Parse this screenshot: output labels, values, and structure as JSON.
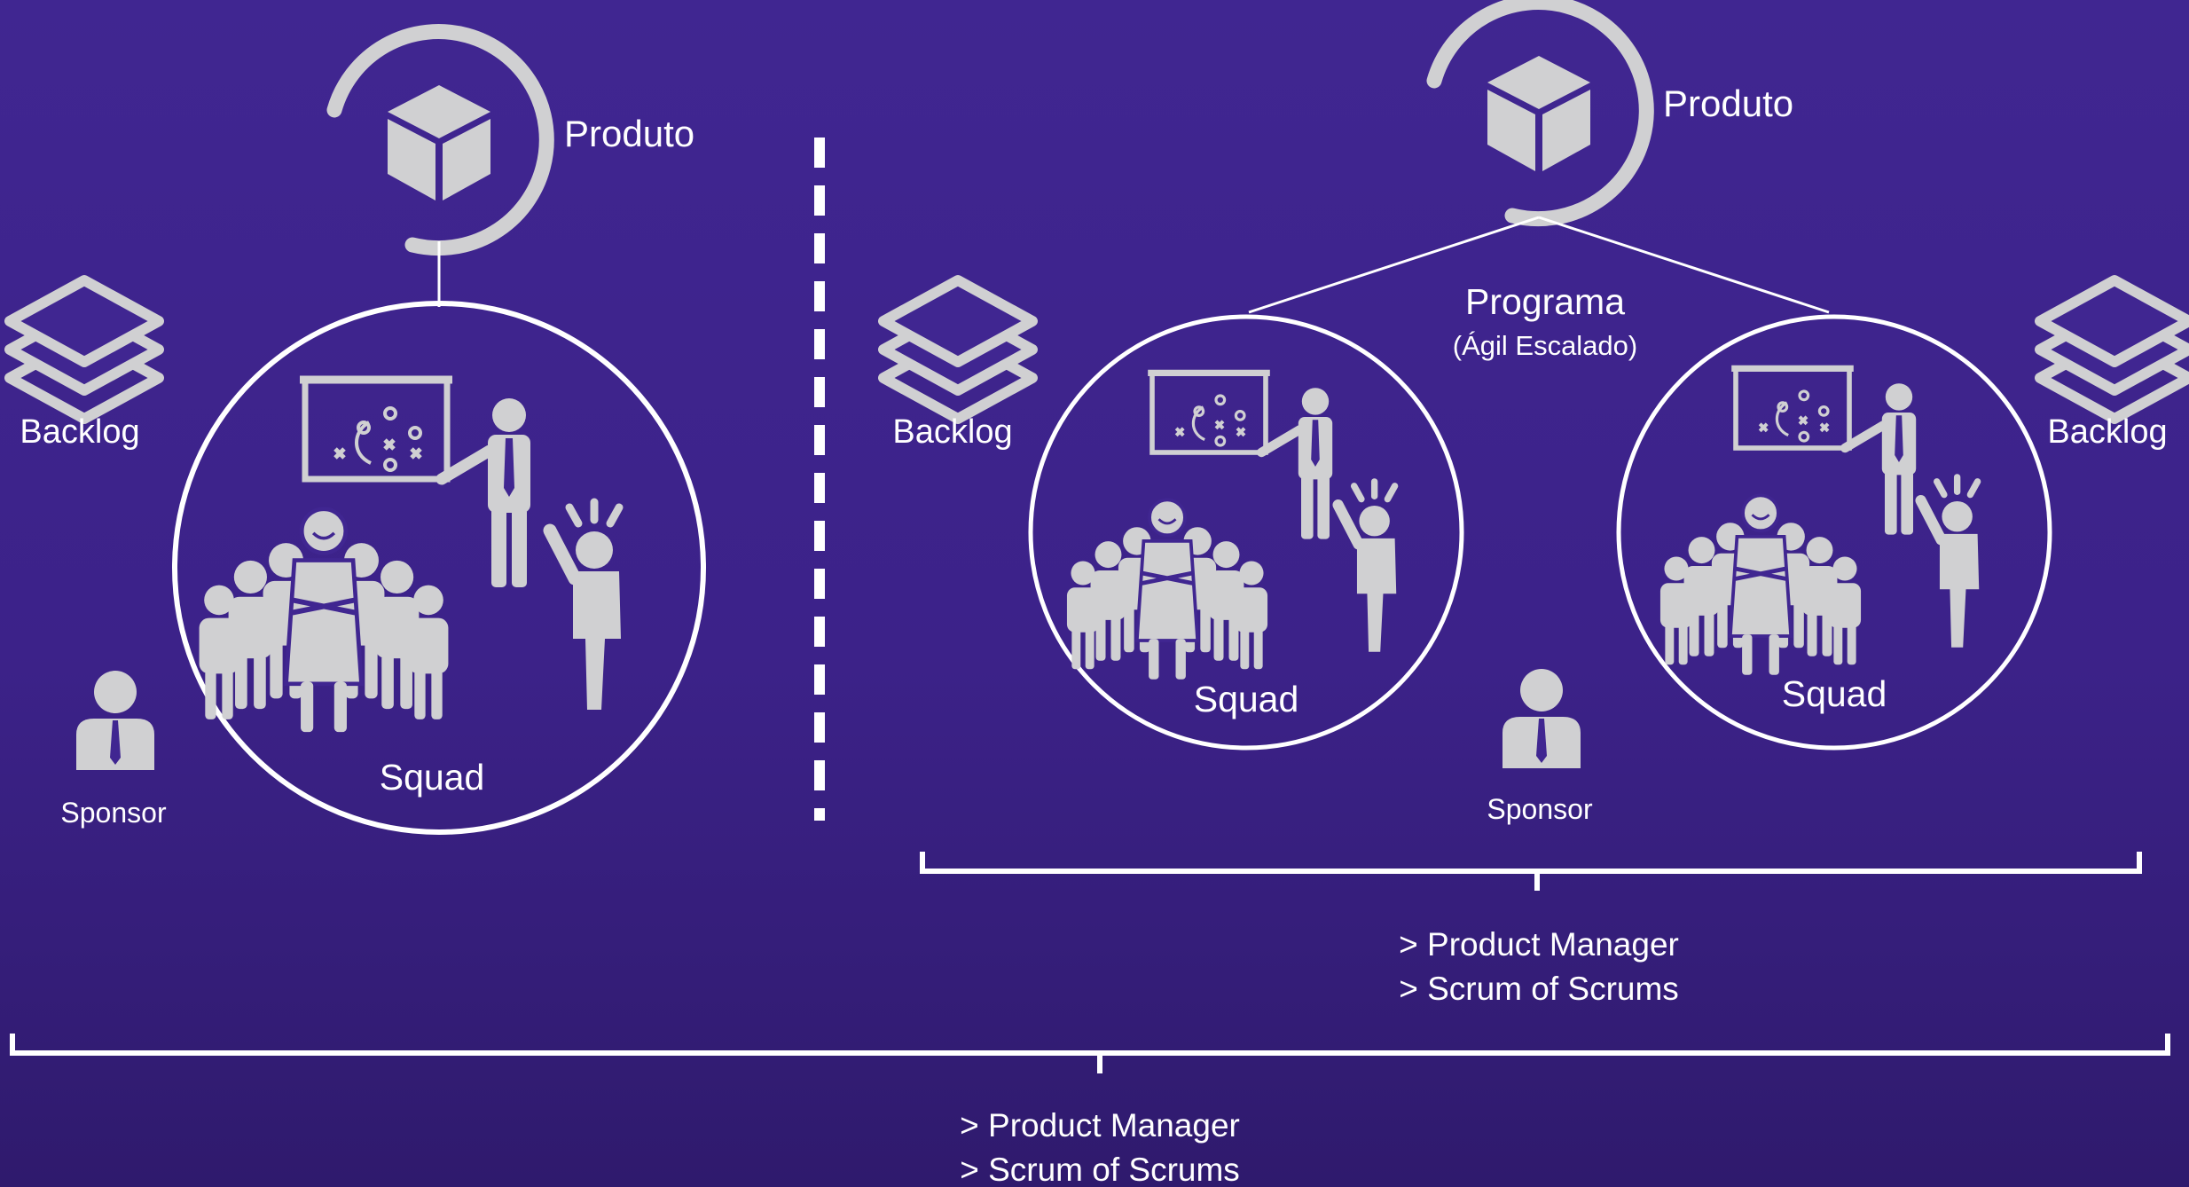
{
  "left_panel": {
    "product_label": "Produto",
    "backlog_label": "Backlog",
    "squad_label": "Squad",
    "sponsor_label": "Sponsor"
  },
  "right_panel": {
    "product_label": "Produto",
    "program_label": "Programa",
    "program_sublabel": "(Ágil Escalado)",
    "backlog_left_label": "Backlog",
    "backlog_right_label": "Backlog",
    "squad_left_label": "Squad",
    "squad_right_label": "Squad",
    "sponsor_label": "Sponsor",
    "roles": [
      "> Product Manager",
      "> Scrum of Scrums"
    ]
  },
  "footer": {
    "roles": [
      "> Product Manager",
      "> Scrum of Scrums"
    ]
  },
  "colors": {
    "background_top": "#402691",
    "background_bottom": "#2f1a6d",
    "icon_gray": "#d0d0d2",
    "line_white": "#ffffff"
  },
  "icons": [
    "product-box-icon",
    "backlog-layers-icon",
    "presenter-icon",
    "team-icon",
    "idea-person-icon",
    "sponsor-icon"
  ]
}
